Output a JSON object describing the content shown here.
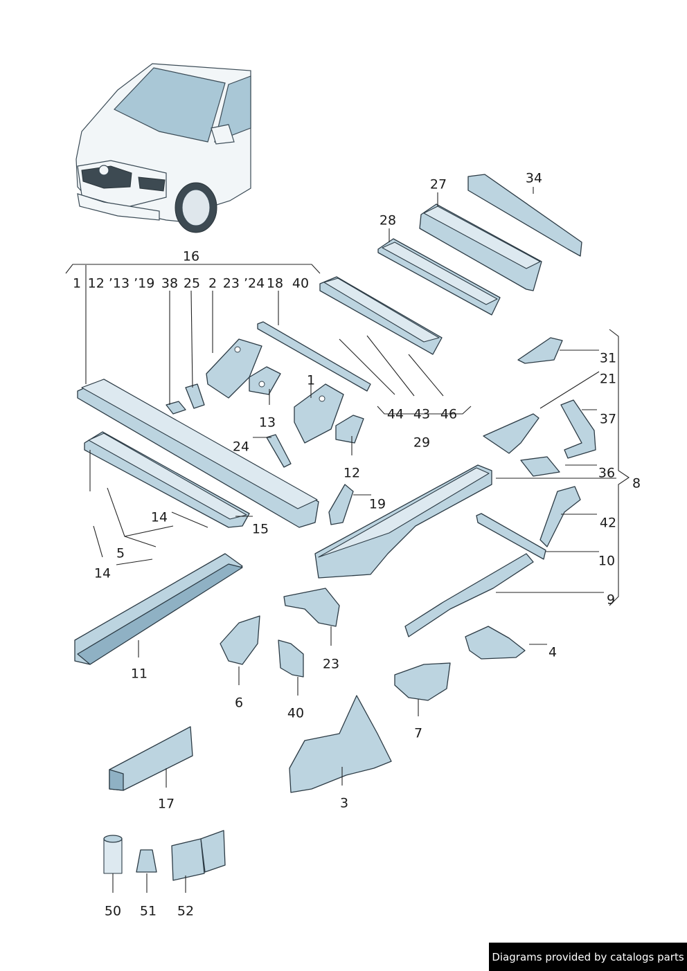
{
  "labels": {
    "l1a": "1",
    "l12": "12 ’13 ’19",
    "l38": "38",
    "l25": "25",
    "l2": "2",
    "l23_24": "23 ’24",
    "l18": "18",
    "l40a": "40",
    "l16": "16",
    "l27": "27",
    "l34": "34",
    "l28": "28",
    "l31": "31",
    "l21": "21",
    "l37": "37",
    "l36": "36",
    "l8": "8",
    "l1b": "1",
    "l13": "13",
    "l24": "24",
    "l44": "44",
    "l43": "43",
    "l46": "46",
    "l29": "29",
    "l12b": "12",
    "l19": "19",
    "l14a": "14",
    "l15": "15",
    "l5": "5",
    "l14b": "14",
    "l42": "42",
    "l10": "10",
    "l9": "9",
    "l11": "11",
    "l23": "23",
    "l4": "4",
    "l6": "6",
    "l40b": "40",
    "l7": "7",
    "l3": "3",
    "l17": "17",
    "l50": "50",
    "l51": "51",
    "l52": "52"
  },
  "footer": {
    "text": "Diagrams provided by catalogs parts"
  },
  "colors": {
    "part_fill": "#bcd4e0",
    "part_stroke": "#2b3a44",
    "footer_bg": "#000000"
  }
}
